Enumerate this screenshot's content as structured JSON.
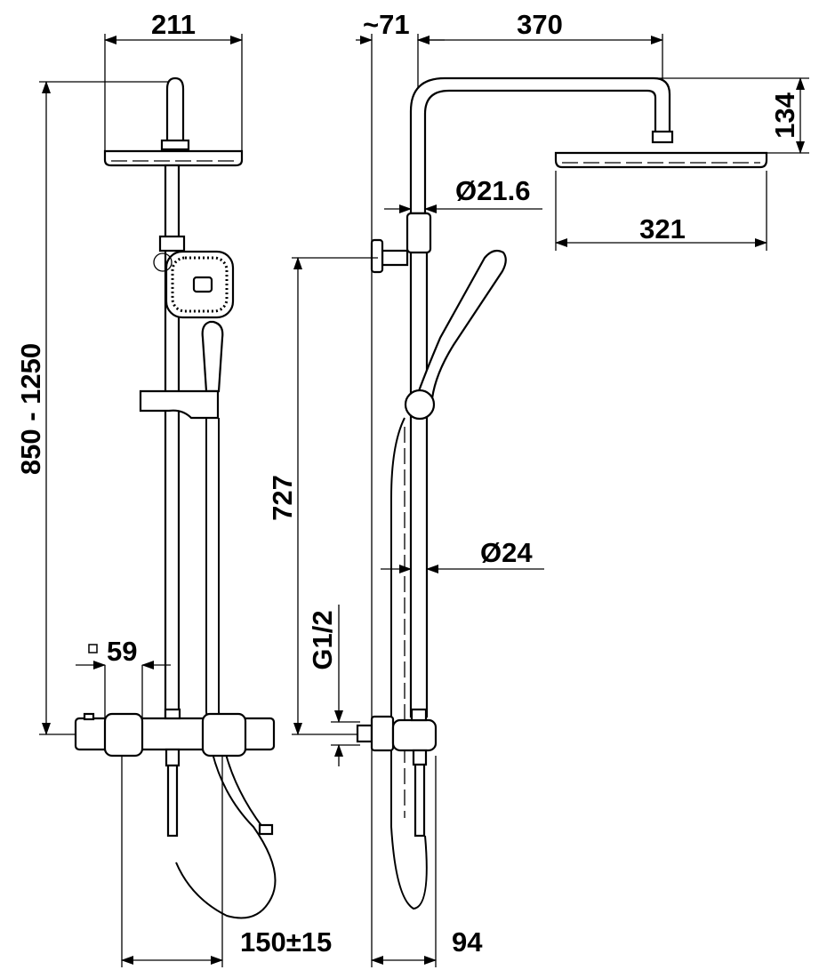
{
  "drawing": {
    "front_view": {
      "head_width": "211",
      "total_height": "850 - 1250",
      "knob_size": "59",
      "knob_size_symbol": "square-icon",
      "outlet_spacing": "150±15"
    },
    "side_view": {
      "wall_offset": "~71",
      "arm_length": "370",
      "head_drop": "134",
      "arm_diameter": "Ø21.6",
      "head_depth": "321",
      "riser_height": "727",
      "riser_diameter": "Ø24",
      "connection_thread": "G1/2",
      "valve_depth": "94"
    }
  }
}
